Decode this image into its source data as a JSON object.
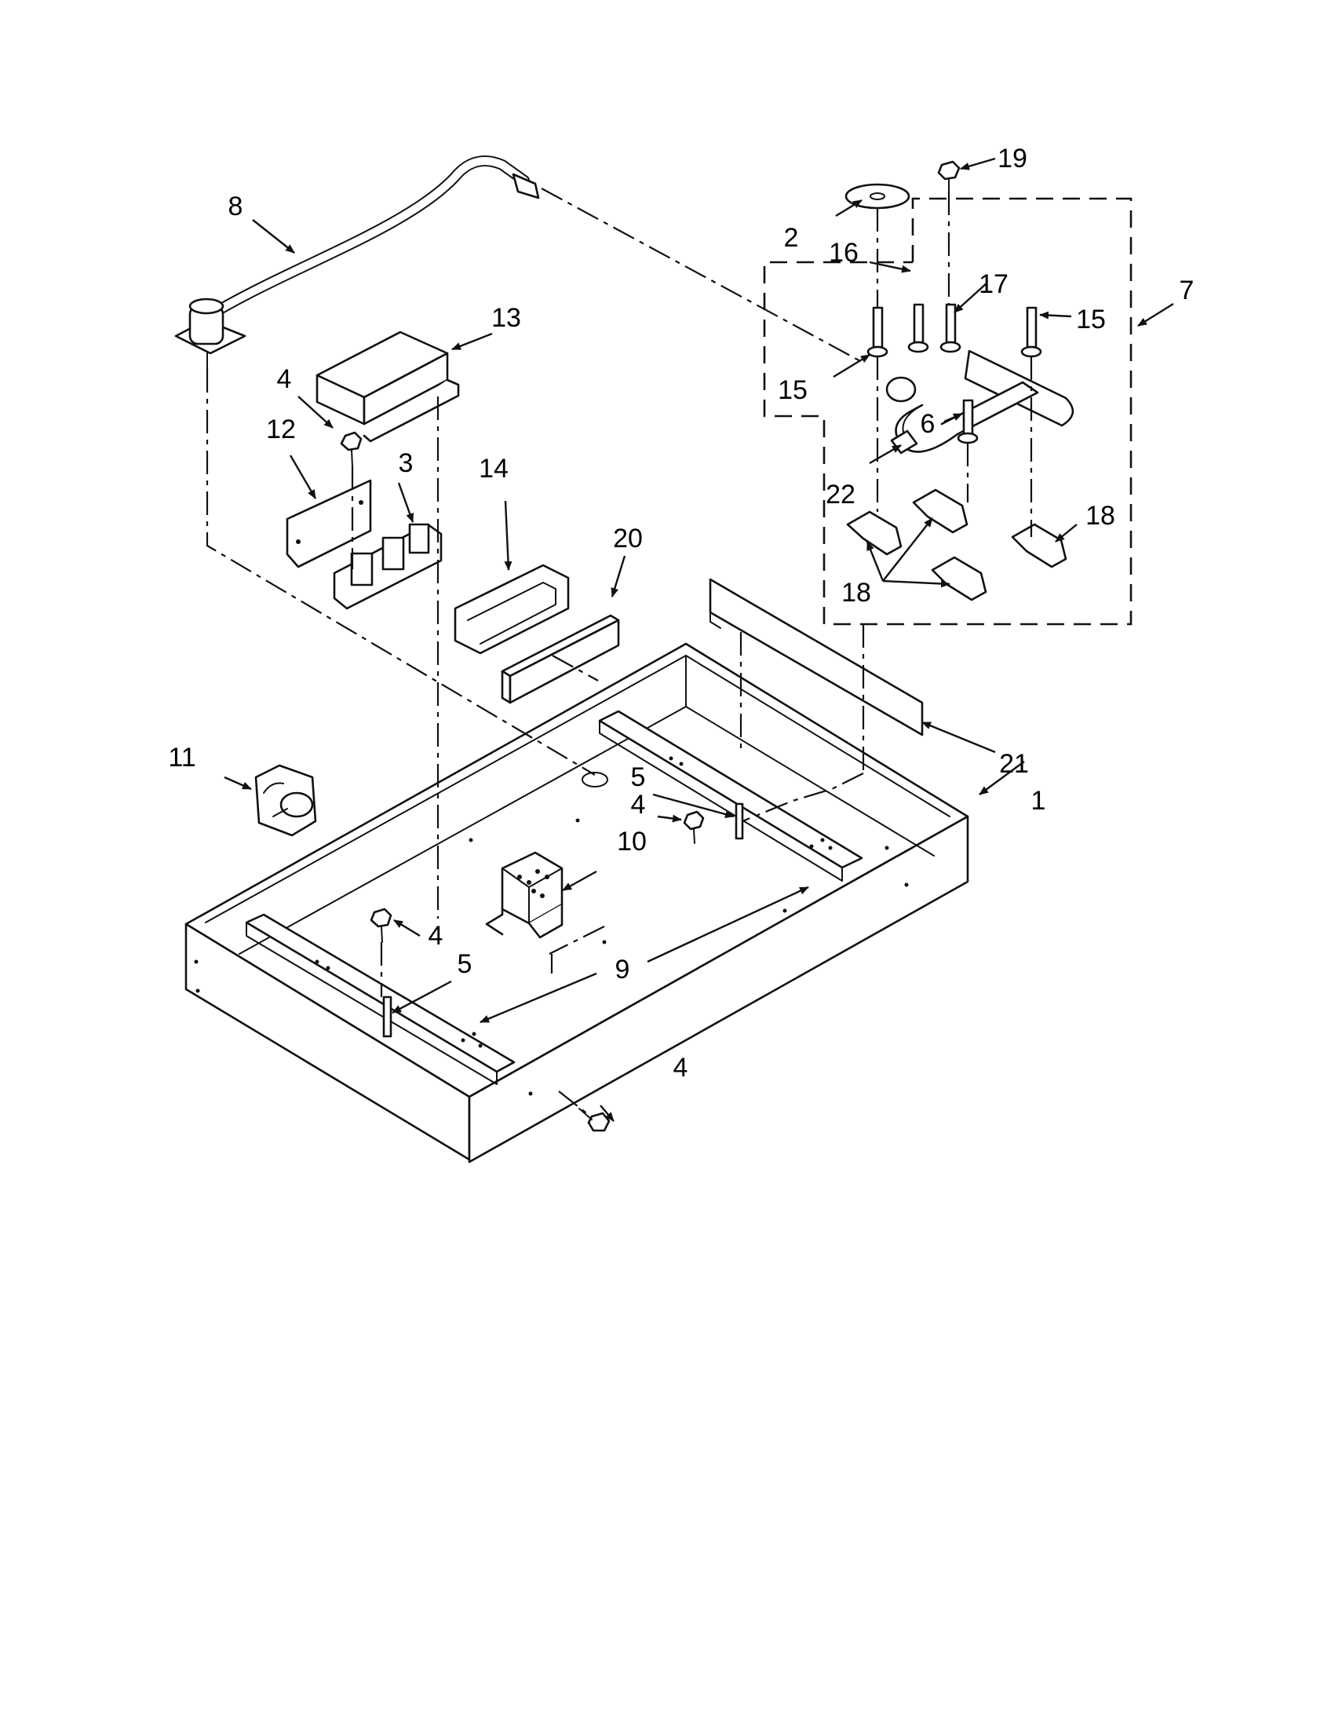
{
  "callouts": {
    "c1": "1",
    "c2": "2",
    "c3": "3",
    "c4a": "4",
    "c4b": "4",
    "c4c": "4",
    "c4d": "4",
    "c5a": "5",
    "c5b": "5",
    "c6": "6",
    "c7": "7",
    "c8": "8",
    "c9": "9",
    "c10": "10",
    "c11": "11",
    "c12": "12",
    "c13": "13",
    "c14": "14",
    "c15a": "15",
    "c15b": "15",
    "c16": "16",
    "c17": "17",
    "c18a": "18",
    "c18b": "18",
    "c19": "19",
    "c20": "20",
    "c21": "21",
    "c22": "22"
  },
  "colors": {
    "line": "#111111",
    "background": "#ffffff"
  }
}
